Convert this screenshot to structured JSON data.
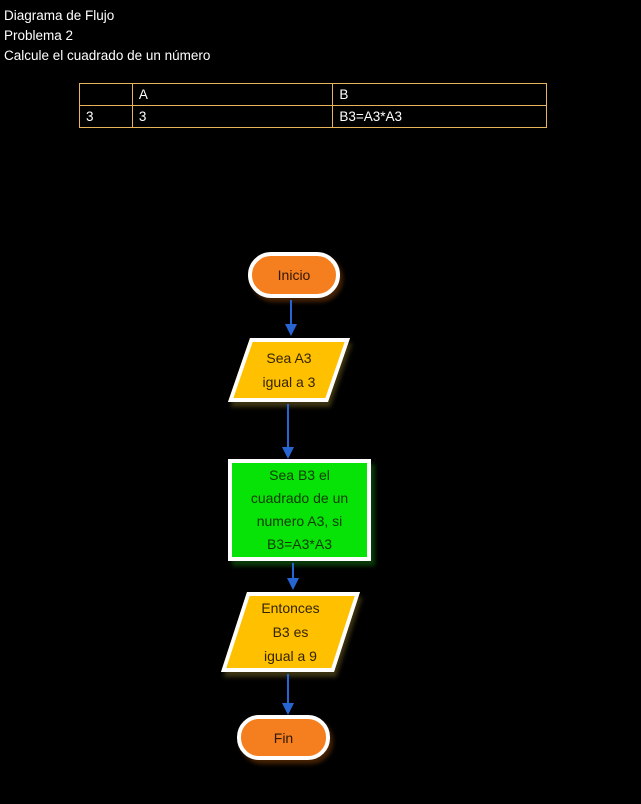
{
  "header": {
    "line1": "Diagrama de Flujo",
    "line2": "Problema 2",
    "line3": "Calcule el cuadrado de un número"
  },
  "table": {
    "border_color": "#E7B45C",
    "columns": [
      "",
      "A",
      "B"
    ],
    "rows": [
      {
        "row_label": "3",
        "a": "3",
        "b": "B3=A3*A3"
      }
    ]
  },
  "flowchart": {
    "arrow_color": "#2766D2",
    "colors": {
      "terminator_fill": "#F57E1E",
      "parallelogram_fill": "#FFC000",
      "process_fill": "#07E307",
      "shape_border": "#FFFFFF"
    },
    "nodes": [
      {
        "id": "inicio",
        "type": "terminator",
        "label": "Inicio"
      },
      {
        "id": "sea-a3",
        "type": "parallelogram",
        "lines": [
          "Sea A3",
          "igual a 3"
        ]
      },
      {
        "id": "proceso-cuadrado",
        "type": "process",
        "lines": [
          "Sea B3 el",
          "cuadrado de un",
          "numero A3, si",
          "B3=A3*A3"
        ]
      },
      {
        "id": "entonces",
        "type": "parallelogram",
        "lines": [
          "Entonces",
          "B3 es",
          "igual a 9"
        ]
      },
      {
        "id": "fin",
        "type": "terminator",
        "label": "Fin"
      }
    ]
  }
}
